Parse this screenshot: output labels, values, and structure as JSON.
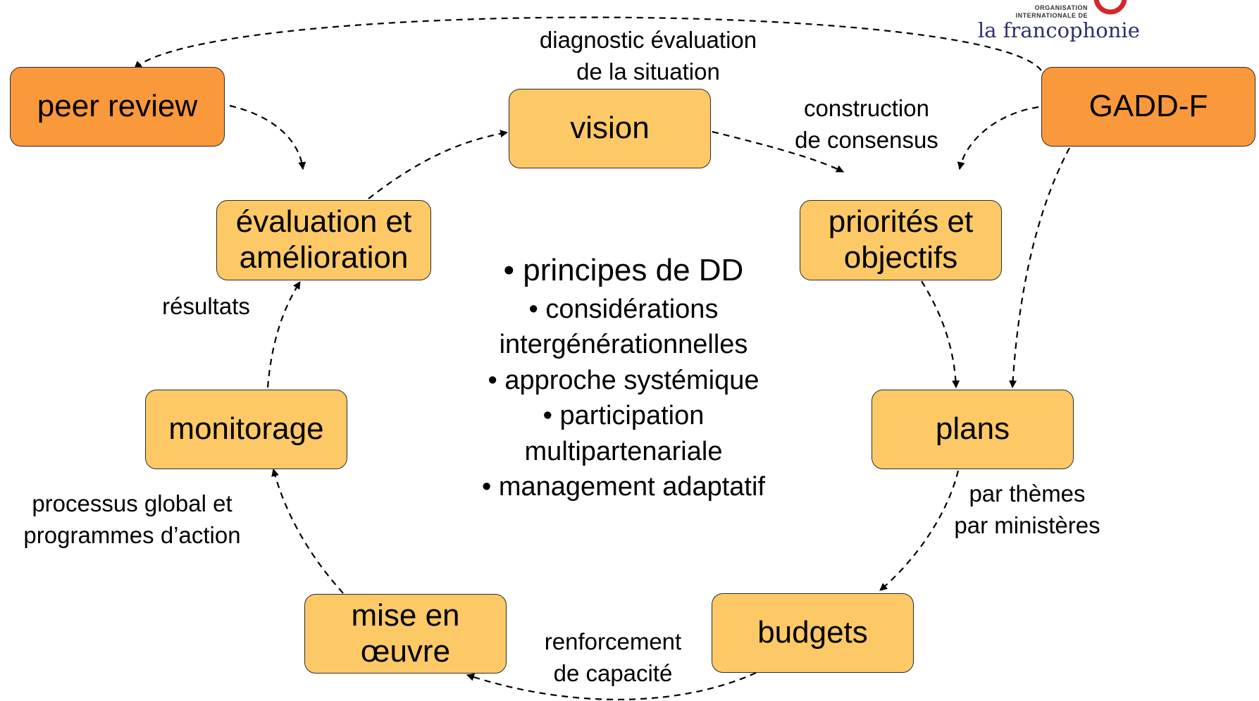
{
  "logo": {
    "line1": "ORGANISATION",
    "line2": "INTERNATIONALE DE",
    "brand": "la francophonie",
    "ring_colors": [
      "#1f3c8f",
      "#d6262b",
      "#7b2a8e"
    ]
  },
  "nodes": {
    "peer_review": "peer review",
    "gadd_f": "GADD-F",
    "vision": "vision",
    "priorites_1": "priorités et",
    "priorites_2": "objectifs",
    "plans": "plans",
    "budgets": "budgets",
    "mise_1": "mise en",
    "mise_2": "œuvre",
    "monitorage": "monitorage",
    "evaluation_1": "évaluation et",
    "evaluation_2": "amélioration"
  },
  "labels": {
    "diagnostic_1": "diagnostic évaluation",
    "diagnostic_2": "de la situation",
    "construction_1": "construction",
    "construction_2": "de consensus",
    "par_themes_1": "par thèmes",
    "par_themes_2": "par ministères",
    "renforcement_1": "renforcement",
    "renforcement_2": "de capacité",
    "processus_1": "processus global et",
    "processus_2": "programmes d’action",
    "resultats": "résultats"
  },
  "principles": {
    "heading": "• principes de DD",
    "item1_a": "• considérations",
    "item1_b": "intergénérationnelles",
    "item2": "• approche systémique",
    "item3_a": "• participation",
    "item3_b": "multipartenariale",
    "item4": "• management adaptatif"
  },
  "colors": {
    "stage_box": "#fdc966",
    "external_box": "#f9993c",
    "border": "#2b2b2b"
  }
}
